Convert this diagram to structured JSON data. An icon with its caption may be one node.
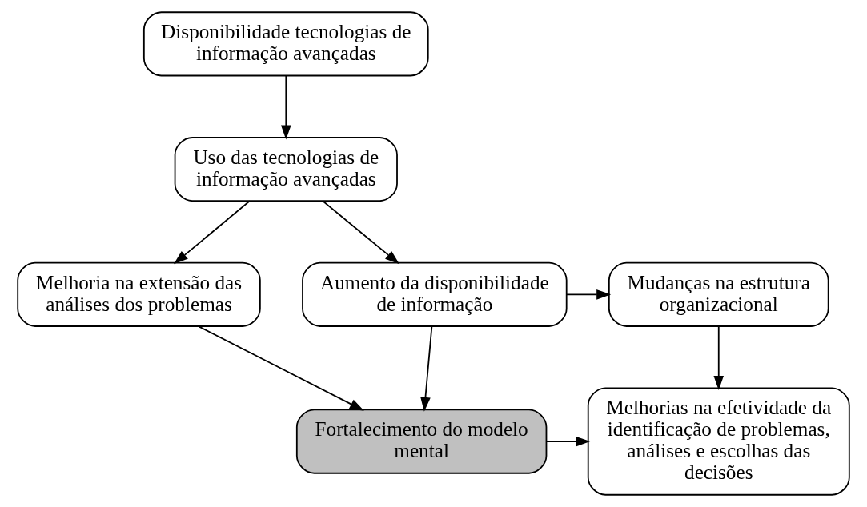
{
  "diagram": {
    "nodes": [
      {
        "text": [
          "Disponibilidade tecnologias de informação avançadas"
        ]
      },
      {
        "text": [
          "Uso das tecnologias de informação avançadas"
        ]
      },
      {
        "text": [
          "Melhoria na extensão das análises dos problemas"
        ]
      },
      {
        "text": [
          "Aumento da disponibilidade de informação"
        ]
      },
      {
        "text": [
          "Mudanças na estrutura organizacional"
        ]
      },
      {
        "text": [
          "Fortalecimento do modelo mental"
        ]
      },
      {
        "text": [
          "Melhorias na efetividade da identificação de problemas, análises e escolhas das decisões"
        ]
      }
    ],
    "edges": [
      {
        "from": 0,
        "to": 1,
        "arrow": "to"
      },
      {
        "from": 1,
        "to": 2,
        "arrow": "to"
      },
      {
        "from": 1,
        "to": 3,
        "arrow": "to"
      },
      {
        "from": 3,
        "to": 4,
        "arrow": "to"
      },
      {
        "from": 2,
        "to": 5,
        "arrow": "to"
      },
      {
        "from": 3,
        "to": 5,
        "arrow": "to"
      },
      {
        "from": 4,
        "to": 6,
        "arrow": "to"
      },
      {
        "from": 5,
        "to": 6,
        "arrow": "to"
      }
    ]
  }
}
